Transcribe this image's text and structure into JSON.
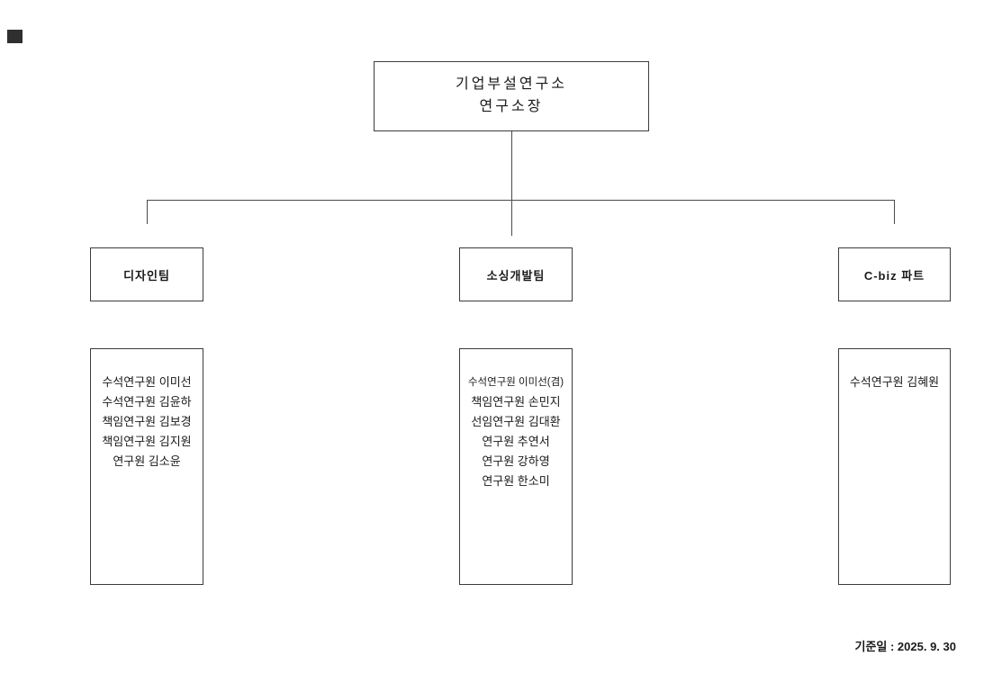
{
  "chart": {
    "root": {
      "line1": "기업부설연구소",
      "line2": "연구소장"
    },
    "teams": [
      {
        "name": "디자인팀",
        "members": [
          "수석연구원 이미선",
          "수석연구원 김윤하",
          "책임연구원 김보경",
          "책임연구원 김지원",
          "연구원 김소윤"
        ]
      },
      {
        "name": "소싱개발팀",
        "members": [
          "수석연구원 이미선(겸)",
          "책임연구원 손민지",
          "선임연구원 김대환",
          "연구원 추연서",
          "연구원 강하영",
          "연구원 한소미"
        ]
      },
      {
        "name": "C-biz 파트",
        "members": [
          "수석연구원 김혜원"
        ]
      }
    ],
    "footer": {
      "reference_date": "기준일 : 2025. 9. 30"
    }
  }
}
